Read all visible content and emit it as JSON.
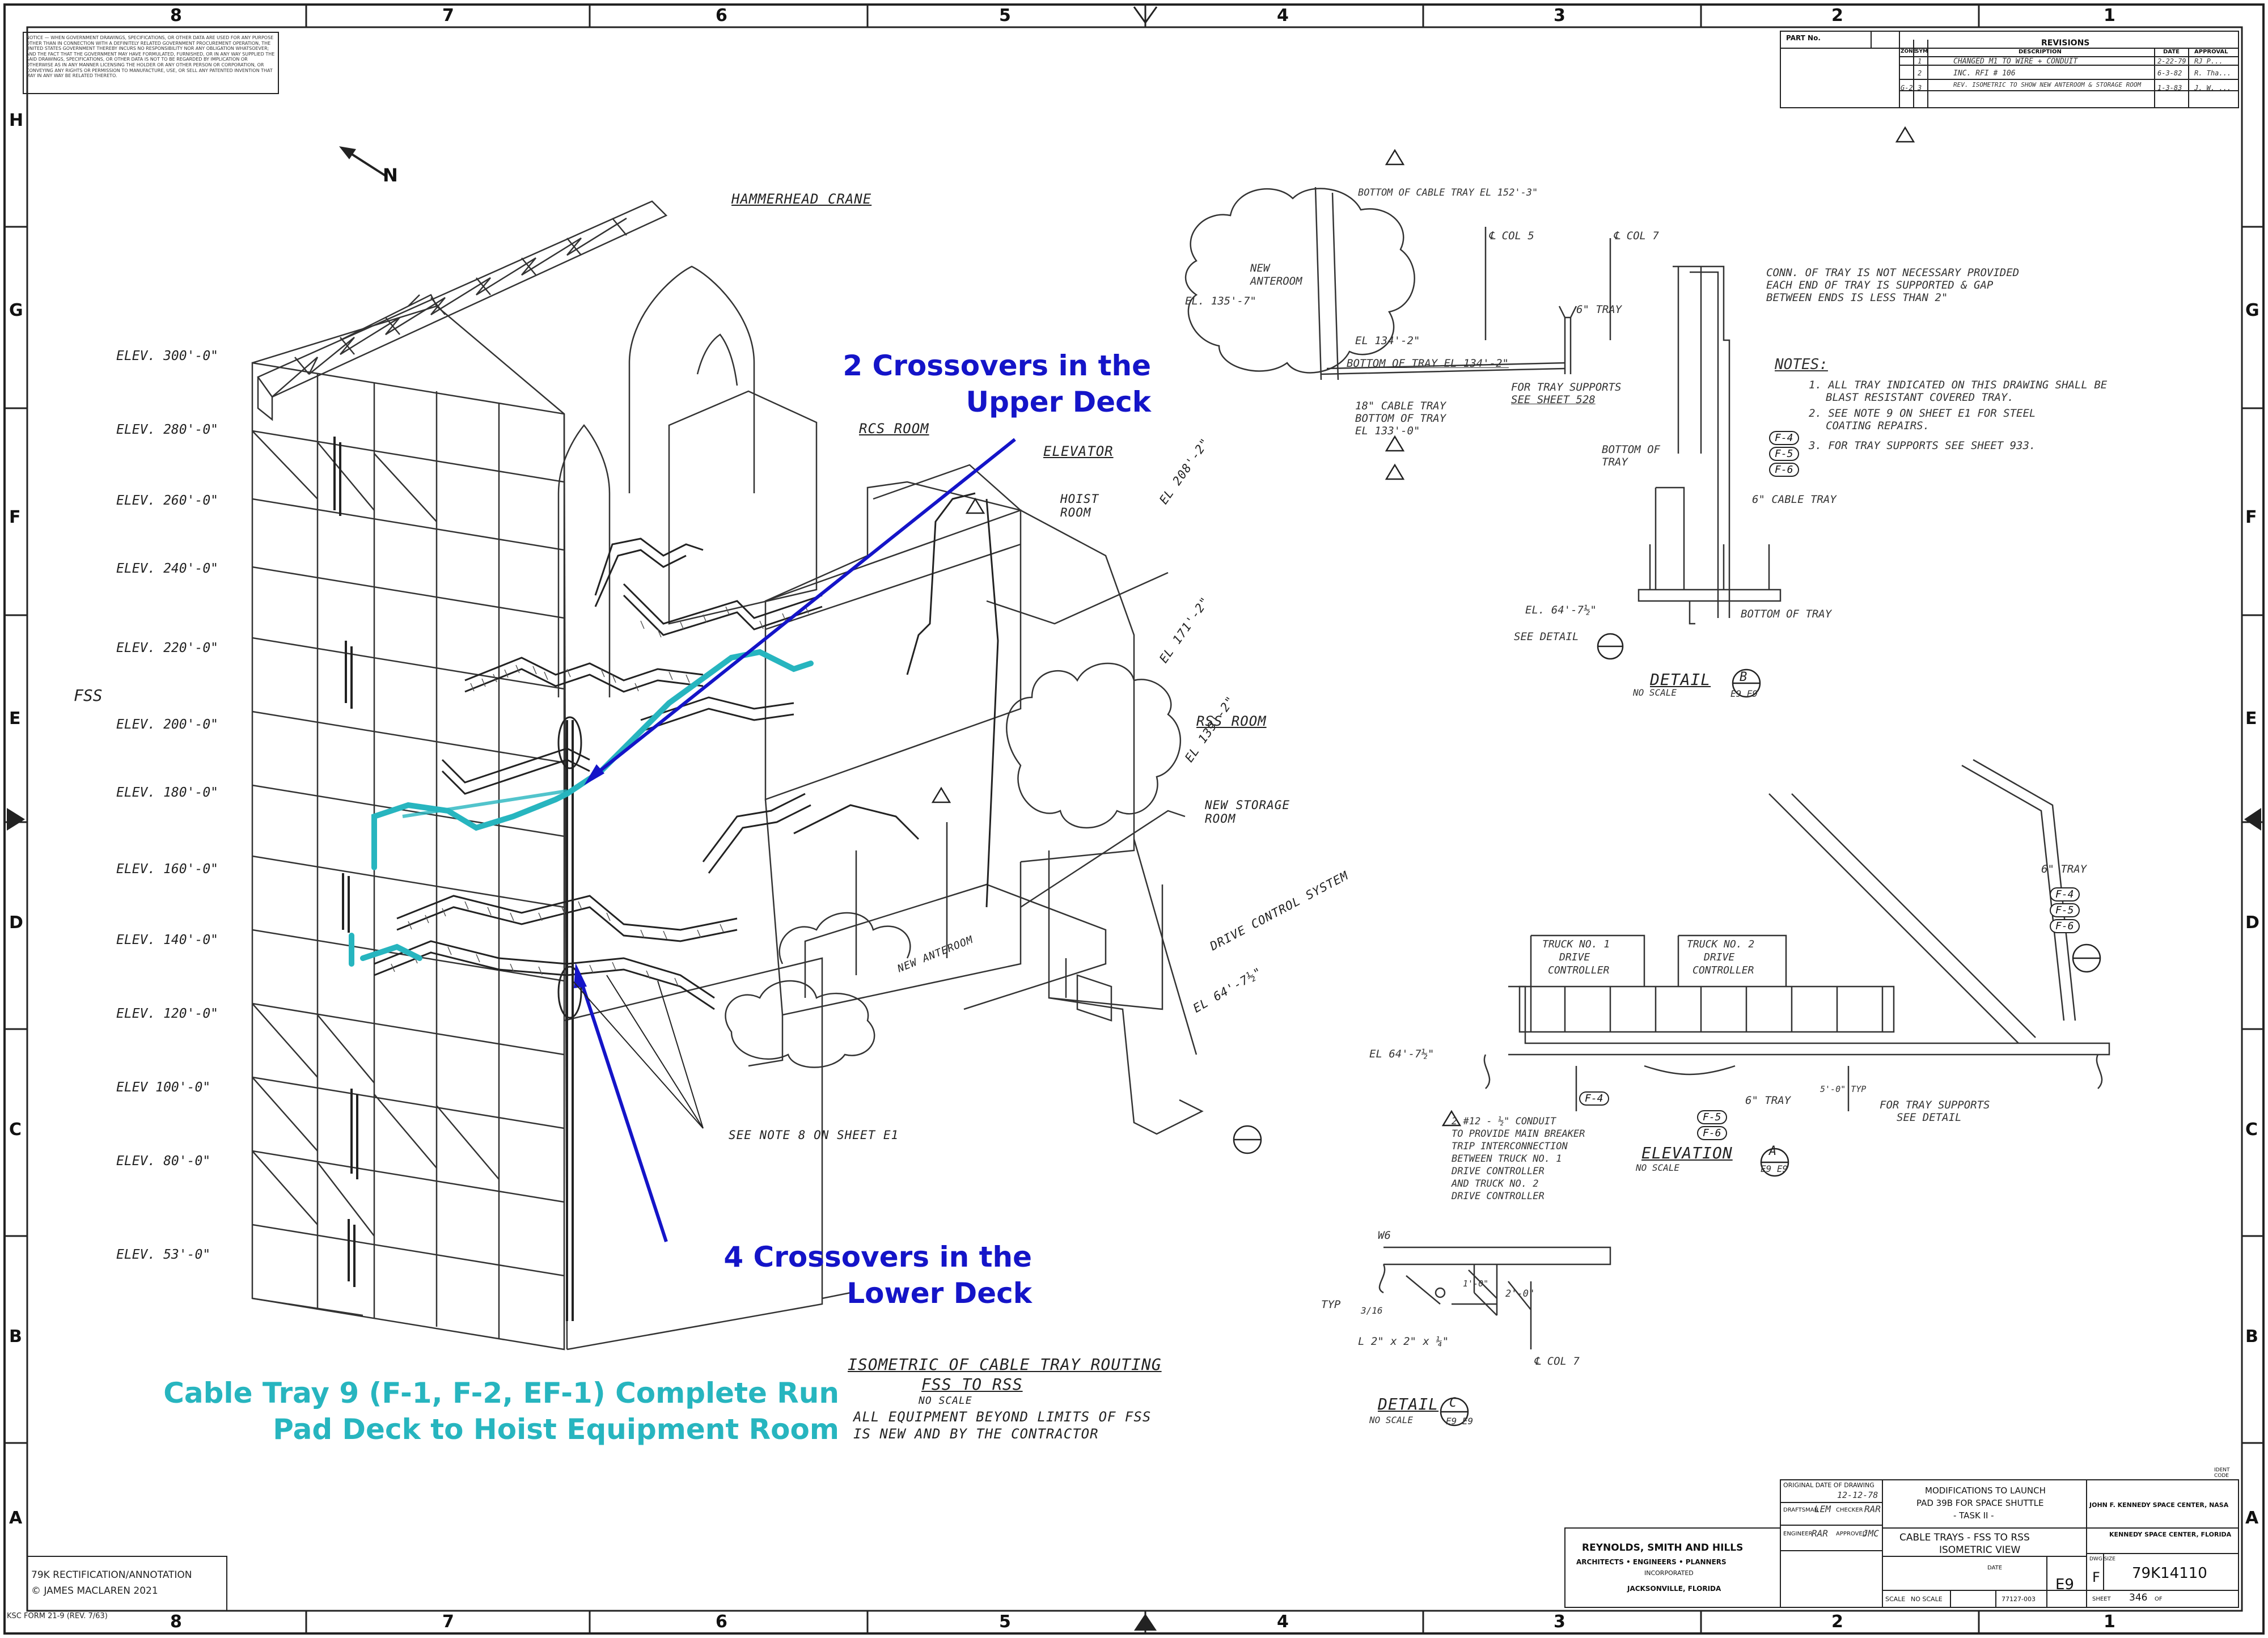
{
  "zone_columns_top": [
    "8",
    "7",
    "6",
    "5",
    "4",
    "3",
    "2",
    "1"
  ],
  "zone_columns_bottom": [
    "8",
    "7",
    "6",
    "5",
    "4",
    "3",
    "2",
    "1"
  ],
  "zone_rows_left": [
    "H",
    "G",
    "F",
    "E",
    "D",
    "C",
    "B",
    "A"
  ],
  "zone_rows_right": [
    "G",
    "F",
    "E",
    "D",
    "C",
    "B",
    "A"
  ],
  "notice_text": "NOTICE — WHEN GOVERNMENT DRAWINGS, SPECIFICATIONS, OR OTHER DATA ARE USED FOR ANY PURPOSE OTHER THAN IN CONNECTION WITH A DEFINITELY RELATED GOVERNMENT PROCUREMENT OPERATION, THE UNITED STATES GOVERNMENT THEREBY INCURS NO RESPONSIBILITY NOR ANY OBLIGATION WHATSOEVER; AND THE FACT THAT THE GOVERNMENT MAY HAVE FORMULATED, FURNISHED, OR IN ANY WAY SUPPLIED THE SAID DRAWINGS, SPECIFICATIONS, OR OTHER DATA IS NOT TO BE REGARDED BY IMPLICATION OR OTHERWISE AS IN ANY MANNER LICENSING THE HOLDER OR ANY OTHER PERSON OR CORPORATION, OR CONVEYING ANY RIGHTS OR PERMISSION TO MANUFACTURE, USE, OR SELL ANY PATENTED INVENTION THAT MAY IN ANY WAY BE RELATED THERETO.",
  "north_label": "N",
  "fss_label": "FSS",
  "elevations": [
    "ELEV. 300'-0\"",
    "ELEV. 280'-0\"",
    "ELEV. 260'-0\"",
    "ELEV. 240'-0\"",
    "ELEV. 220'-0\"",
    "ELEV. 200'-0\"",
    "ELEV. 180'-0\"",
    "ELEV. 160'-0\"",
    "ELEV. 140'-0\"",
    "ELEV. 120'-0\"",
    "ELEV 100'-0\"",
    "ELEV. 80'-0\"",
    "ELEV. 53'-0\""
  ],
  "labels": {
    "hammerhead": "HAMMERHEAD CRANE",
    "rcs_room": "RCS ROOM",
    "elevator": "ELEVATOR",
    "hoist_room_1": "HOIST",
    "hoist_room_2": "ROOM",
    "el_208": "EL 208'-2\"",
    "el_171": "EL 171'-2\"",
    "el_139": "EL 139'-2\"",
    "rss_room": "RSS ROOM",
    "new_storage_1": "NEW STORAGE",
    "new_storage_2": "ROOM",
    "drive_control": "DRIVE CONTROL SYSTEM",
    "el_64": "EL 64'-7½\"",
    "new_anteroom": "NEW ANTEROOM",
    "see_note_8": "SEE NOTE 8 ON SHEET E1"
  },
  "annotations": {
    "upper_1": "2 Crossovers in the",
    "upper_2": "Upper Deck",
    "lower_1": "4 Crossovers in the",
    "lower_2": "Lower Deck",
    "cable_1": "Cable Tray 9 (F-1, F-2, EF-1) Complete Run",
    "cable_2": "Pad Deck to Hoist Equipment Room"
  },
  "isometric_title": {
    "title": "ISOMETRIC OF CABLE TRAY ROUTING",
    "subtitle": "FSS TO RSS",
    "scale": "NO SCALE",
    "note_1": "ALL EQUIPMENT BEYOND LIMITS OF FSS",
    "note_2": "IS NEW AND BY THE CONTRACTOR"
  },
  "detail_b": {
    "bottom_of_cable": "BOTTOM OF CABLE TRAY EL 152'-3\"",
    "new_anteroom_1": "NEW",
    "new_anteroom_2": "ANTEROOM",
    "el_135": "EL. 135'-7\"",
    "col5": "℄ COL 5",
    "col7": "℄ COL 7",
    "el_134": "EL 134'-2\"",
    "six_tray": "6\" TRAY",
    "bottom_tray_el": "BOTTOM OF TRAY EL 134'-2\"",
    "eighteen_tray_1": "18\" CABLE TRAY",
    "eighteen_tray_2": "BOTTOM OF TRAY",
    "eighteen_tray_3": "EL 133'-0\"",
    "tray_supports_1": "FOR TRAY SUPPORTS",
    "tray_supports_2": "SEE SHEET 528",
    "conn_1": "CONN. OF TRAY IS NOT NECESSARY PROVIDED",
    "conn_2": "EACH END OF TRAY IS SUPPORTED & GAP",
    "conn_3": "BETWEEN ENDS IS LESS THAN 2\"",
    "bottom_of_tray_1": "BOTTOM OF",
    "bottom_of_tray_2": "TRAY",
    "six_cable_tray": "6\" CABLE TRAY",
    "el_64": "EL. 64'-7½\"",
    "see_detail": "SEE DETAIL",
    "bottom_of_tray_3": "BOTTOM OF TRAY",
    "title": "DETAIL",
    "letter": "B",
    "scale": "NO SCALE",
    "ref": "E9 E9"
  },
  "notes": {
    "heading": "NOTES:",
    "n1a": "1. ALL TRAY INDICATED ON THIS DRAWING SHALL BE",
    "n1b": "BLAST RESISTANT COVERED TRAY.",
    "n2a": "2. SEE NOTE 9 ON SHEET E1 FOR STEEL",
    "n2b": "COATING REPAIRS.",
    "n3": "3. FOR TRAY SUPPORTS SEE SHEET 933."
  },
  "tray_tags": [
    "F-4",
    "F-5",
    "F-6"
  ],
  "elevation_a": {
    "six_tray": "6\" TRAY",
    "truck1_1": "TRUCK NO. 1",
    "truck1_2": "DRIVE",
    "truck1_3": "CONTROLLER",
    "truck2_1": "TRUCK NO. 2",
    "truck2_2": "DRIVE",
    "truck2_3": "CONTROLLER",
    "el_64": "EL 64'-7½\"",
    "f4": "F-4",
    "conduit_1": "2 #12 - ½\" CONDUIT",
    "conduit_2": "TO PROVIDE MAIN BREAKER",
    "conduit_3": "TRIP INTERCONNECTION",
    "conduit_4": "BETWEEN TRUCK NO. 1",
    "conduit_5": "DRIVE CONTROLLER",
    "conduit_6": "AND TRUCK NO. 2",
    "conduit_7": "DRIVE CONTROLLER",
    "f5": "F-5",
    "f6": "F-6",
    "six_tray_2": "6\" TRAY",
    "dim": "5'-0\" TYP",
    "supports_1": "FOR TRAY SUPPORTS",
    "supports_2": "SEE DETAIL",
    "title": "ELEVATION",
    "letter": "A",
    "scale": "NO SCALE",
    "ref": "E9 E9"
  },
  "detail_c": {
    "w6": "W6",
    "typ": "TYP",
    "weld": "3/16",
    "dim_1": "1'-0\"",
    "dim_2": "2'-0\"",
    "angle": "L 2\" x 2\" x ¼\"",
    "col7": "℄ COL 7",
    "title": "DETAIL",
    "letter": "C",
    "scale": "NO SCALE",
    "ref": "E9 E9"
  },
  "revisions": {
    "heading": "REVISIONS",
    "part_no": "PART No.",
    "col_zone": "ZONE",
    "col_sym": "SYM",
    "col_desc": "DESCRIPTION",
    "col_date": "DATE",
    "col_approval": "APPROVAL",
    "rows": [
      {
        "zone": "",
        "sym": "1",
        "desc": "CHANGED M1 TO WIRE + CONDUIT",
        "date": "2-22-79",
        "appr": "RJ P..."
      },
      {
        "zone": "",
        "sym": "2",
        "desc": "INC. RFI # 106",
        "date": "6-3-82",
        "appr": "R. Tha..."
      },
      {
        "zone": "G-2",
        "sym": "3",
        "desc": "REV. ISOMETRIC TO SHOW NEW ANTEROOM & STORAGE ROOM",
        "date": "1-3-83",
        "appr": "J. W. ..."
      }
    ]
  },
  "title_block": {
    "original_date_label": "ORIGINAL DATE OF DRAWING",
    "original_date": "12-12-78",
    "drafter_label": "DRAFTSMAN",
    "drafter": "LEM",
    "checker_label": "CHECKER",
    "checker": "RAR",
    "engineer_label": "ENGINEER",
    "engineer": "RAR",
    "approved_label": "APPROVED",
    "approved": "JMC",
    "firm_1": "REYNOLDS, SMITH AND HILLS",
    "firm_2": "ARCHITECTS • ENGINEERS • PLANNERS",
    "firm_3": "INCORPORATED",
    "firm_4": "JACKSONVILLE, FLORIDA",
    "project_1": "MODIFICATIONS TO LAUNCH",
    "project_2": "PAD 39B FOR SPACE SHUTTLE",
    "project_3": "- TASK II -",
    "drawing_title_1": "CABLE TRAYS - FSS TO RSS",
    "drawing_title_2": "ISOMETRIC VIEW",
    "center_1": "JOHN F. KENNEDY SPACE CENTER, NASA",
    "center_2": "KENNEDY SPACE CENTER, FLORIDA",
    "size_label": "DWG SIZE",
    "size": "F",
    "dwg_no": "79K14110",
    "sheet_id": "E9",
    "scale_label": "SCALE",
    "scale": "NO SCALE",
    "job_no": "77127-003",
    "sheet_label": "SHEET",
    "sheet_num": "346",
    "sheet_of": "OF",
    "date_label": "DATE",
    "ident_label": "IDENT CODE"
  },
  "footer": {
    "rect_1": "79K RECTIFICATION/ANNOTATION",
    "rect_2": "© JAMES MACLAREN 2021",
    "form": "KSC FORM 21-9 (REV. 7/63)"
  }
}
